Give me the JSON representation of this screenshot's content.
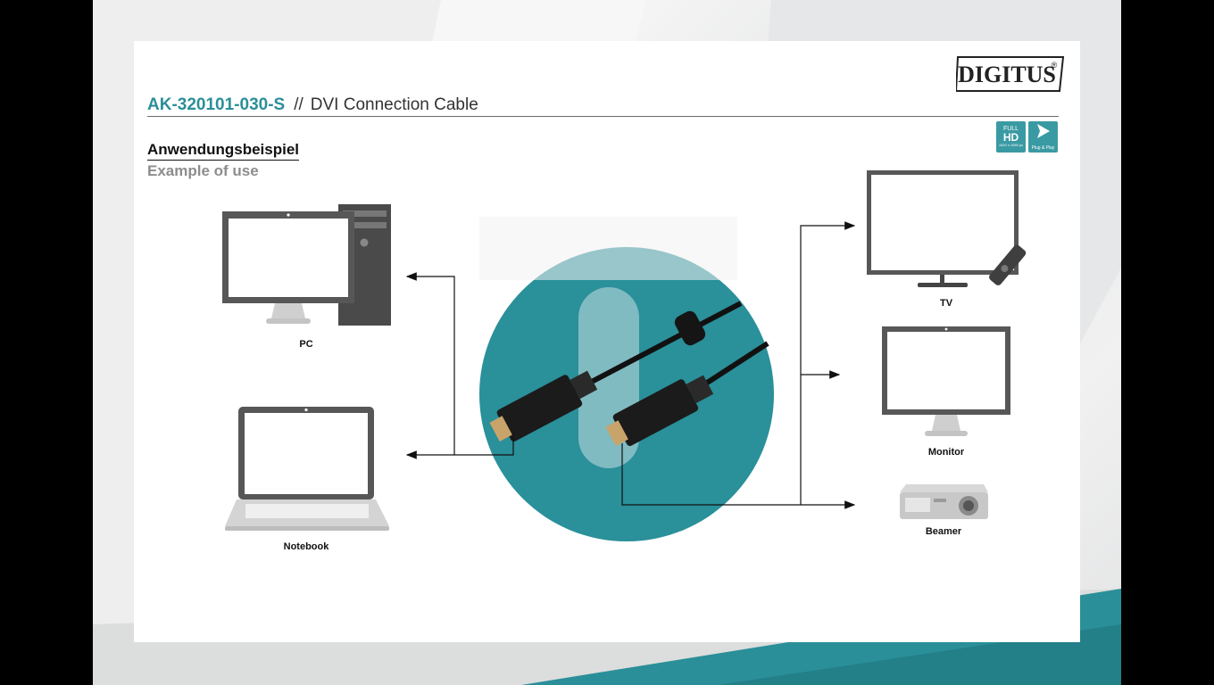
{
  "brand": {
    "name": "DIGITUS",
    "mark": "®"
  },
  "header": {
    "sku": "AK-320101-030-S",
    "separator": "//",
    "product": "DVI Connection Cable"
  },
  "section": {
    "title_de": "Anwendungsbeispiel",
    "title_en": "Example of use"
  },
  "badges": {
    "full_hd": {
      "line1": "FULL",
      "line2": "HD",
      "line3": "1920 x 1080 px"
    },
    "plug_play": {
      "icon": "play-arrow-icon",
      "label": "Plug & Play"
    }
  },
  "devices": {
    "pc": "PC",
    "notebook": "Notebook",
    "tv": "TV",
    "monitor": "Monitor",
    "beamer": "Beamer"
  },
  "colors": {
    "teal": "#2b8f99",
    "circle": "#2a909a",
    "badge": "#3a9aa3"
  }
}
